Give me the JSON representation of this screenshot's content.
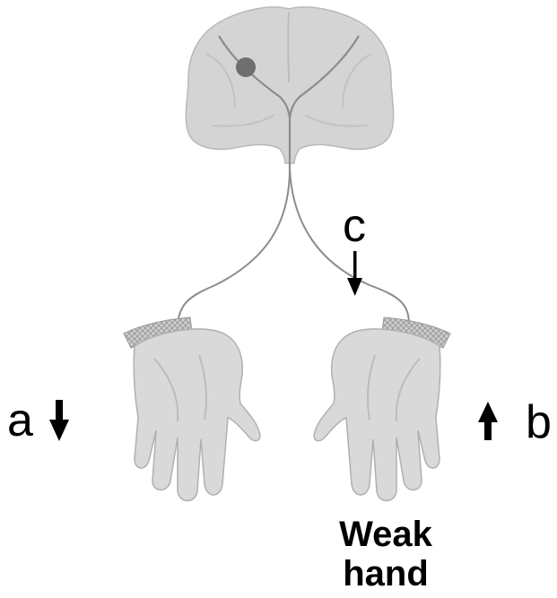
{
  "labels": {
    "a": "a",
    "b": "b",
    "c": "c",
    "caption_line1": "Weak",
    "caption_line2": "hand"
  },
  "colors": {
    "brain_fill": "#d4d4d4",
    "brain_stroke": "#b8b8b8",
    "fiber": "#8c8c8c",
    "lesion": "#6f6f6f",
    "hand_fill": "#d9d9d9",
    "hand_shade": "#bcbcbc",
    "arrow": "#000000"
  },
  "icons": {
    "arrow_a": "arrow-down-icon",
    "arrow_b": "arrow-up-icon",
    "arrow_c": "arrow-down-icon"
  }
}
